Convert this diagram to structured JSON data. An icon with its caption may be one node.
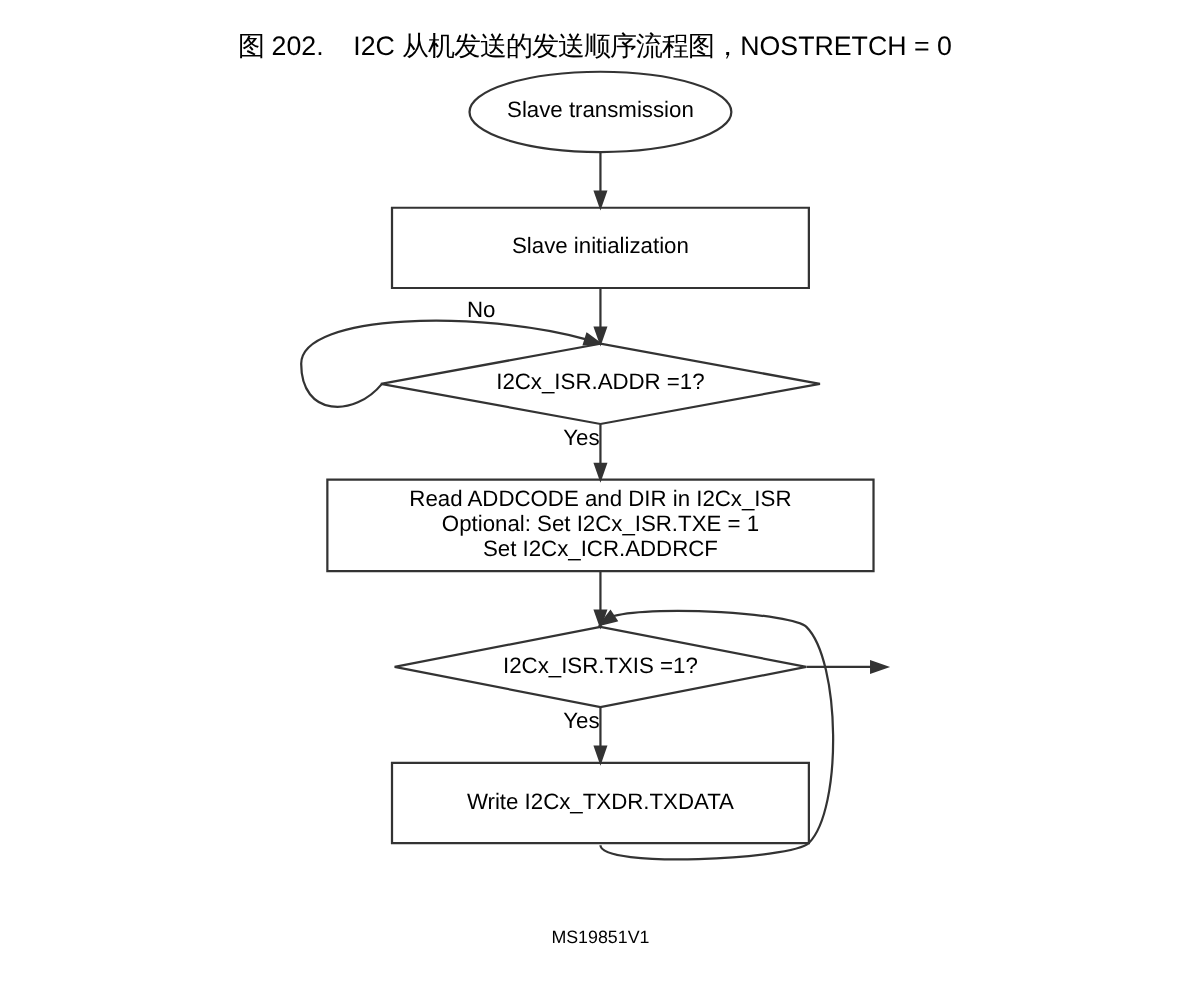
{
  "diagram": {
    "title": "图 202.    I2C 从机发送的发送顺序流程图，NOSTRETCH = 0",
    "nodes": [
      {
        "text": [
          "Slave transmission"
        ]
      },
      {
        "text": [
          "Slave initialization"
        ]
      },
      {
        "text": [
          "I2Cx_ISR.ADDR =1?"
        ]
      },
      {
        "text": [
          "Read ADDCODE and DIR in I2Cx_ISR",
          "Optional: Set I2Cx_ISR.TXE = 1",
          "Set I2Cx_ICR.ADDRCF"
        ]
      },
      {
        "text": [
          "I2Cx_ISR.TXIS =1?"
        ]
      },
      {
        "text": [
          "Write I2Cx_TXDR.TXDATA"
        ]
      }
    ],
    "edges": [
      {
        "from": 0,
        "to": 1,
        "arrow": "to"
      },
      {
        "from": 1,
        "to": 2,
        "arrow": "to"
      },
      {
        "from": 2,
        "to": 2,
        "arrow": "to",
        "label": "No"
      },
      {
        "from": 2,
        "to": 3,
        "arrow": "to",
        "label": "Yes"
      },
      {
        "from": 3,
        "to": 4,
        "arrow": "to"
      },
      {
        "from": 4,
        "to": null,
        "arrow": "to"
      },
      {
        "from": 4,
        "to": 5,
        "arrow": "to",
        "label": "Yes"
      },
      {
        "from": 5,
        "to": 4,
        "arrow": "to"
      }
    ],
    "labels": [
      "MS19851V1"
    ]
  }
}
